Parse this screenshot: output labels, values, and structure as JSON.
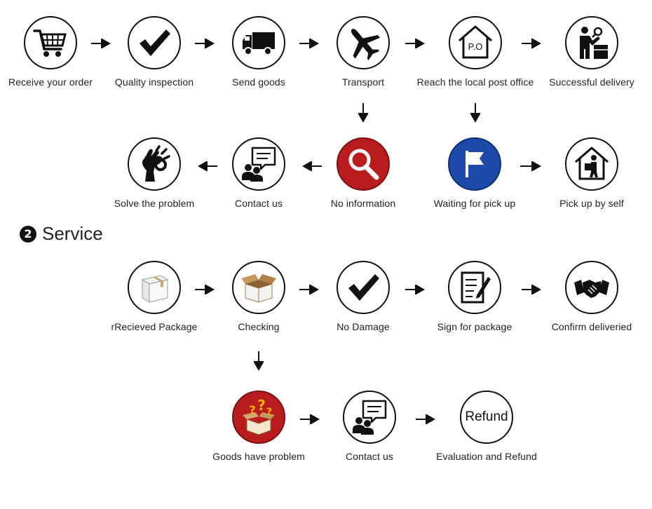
{
  "flow1": {
    "receive_order": "Receive your order",
    "quality_inspection": "Quality inspection",
    "send_goods": "Send goods",
    "transport": "Transport",
    "reach_post_office": "Reach the local post office",
    "successful_delivery": "Successful delivery",
    "no_information": "No information",
    "contact_us": "Contact us",
    "solve_problem": "Solve the problem",
    "waiting_pickup": "Waiting for pick up",
    "pickup_self": "Pick up by self",
    "post_office_icon_text": "P.O"
  },
  "service": {
    "number": "2",
    "title": "Service",
    "received_package": "rRecieved Package",
    "checking": "Checking",
    "no_damage": "No Damage",
    "sign_package": "Sign for package",
    "confirm_delivered": "Confirm  deliveried",
    "goods_problem": "Goods have problem",
    "contact_us": "Contact us",
    "evaluation_refund": "Evaluation and Refund",
    "refund_icon_text": "Refund"
  },
  "colors": {
    "no_information_fill": "#b91c1c",
    "waiting_pickup_fill": "#1d4aa8",
    "goods_problem_fill": "#b91c1c",
    "question_mark": "#f5b800"
  }
}
